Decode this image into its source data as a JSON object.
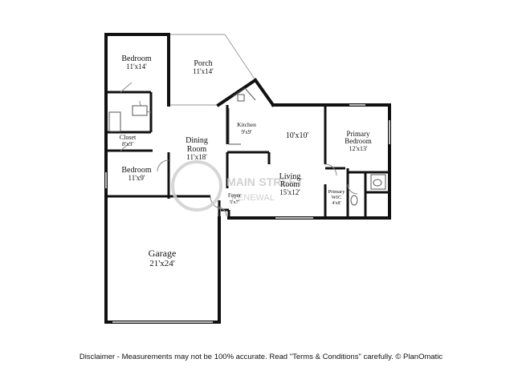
{
  "rooms": {
    "bedroom_top": {
      "name": "Bedroom",
      "dims": "11'x14'"
    },
    "porch": {
      "name": "Porch",
      "dims": "11'x14'"
    },
    "kitchen": {
      "name": "Kitchen",
      "dims": "9'x9'"
    },
    "room_10x10": {
      "dims": "10'x10'"
    },
    "primary_bedroom": {
      "line1": "Primary",
      "line2": "Bedroom",
      "dims": "12'x13'"
    },
    "closet": {
      "name": "Closet",
      "dims": "8'x3'"
    },
    "dining": {
      "line1": "Dining",
      "line2": "Room",
      "dims": "11'x18'"
    },
    "bedroom_bottom": {
      "name": "Bedroom",
      "dims": "11'x9'"
    },
    "living": {
      "line1": "Living",
      "line2": "Room",
      "dims": "15'x12'"
    },
    "foyer": {
      "name": "Foyer",
      "dims": "5'x7'"
    },
    "primary_wic": {
      "line1": "Primary",
      "line2": "WIC",
      "dims": "4'x8'"
    },
    "garage": {
      "name": "Garage",
      "dims": "21'x24'"
    }
  },
  "watermark": {
    "left": "MAIN",
    "right": "STREET",
    "sub": "RENEWAL"
  },
  "disclaimer": "Disclaimer - Measurements may not be 100% accurate. Read \"Terms & Conditions\" carefully. © PlanOmatic"
}
